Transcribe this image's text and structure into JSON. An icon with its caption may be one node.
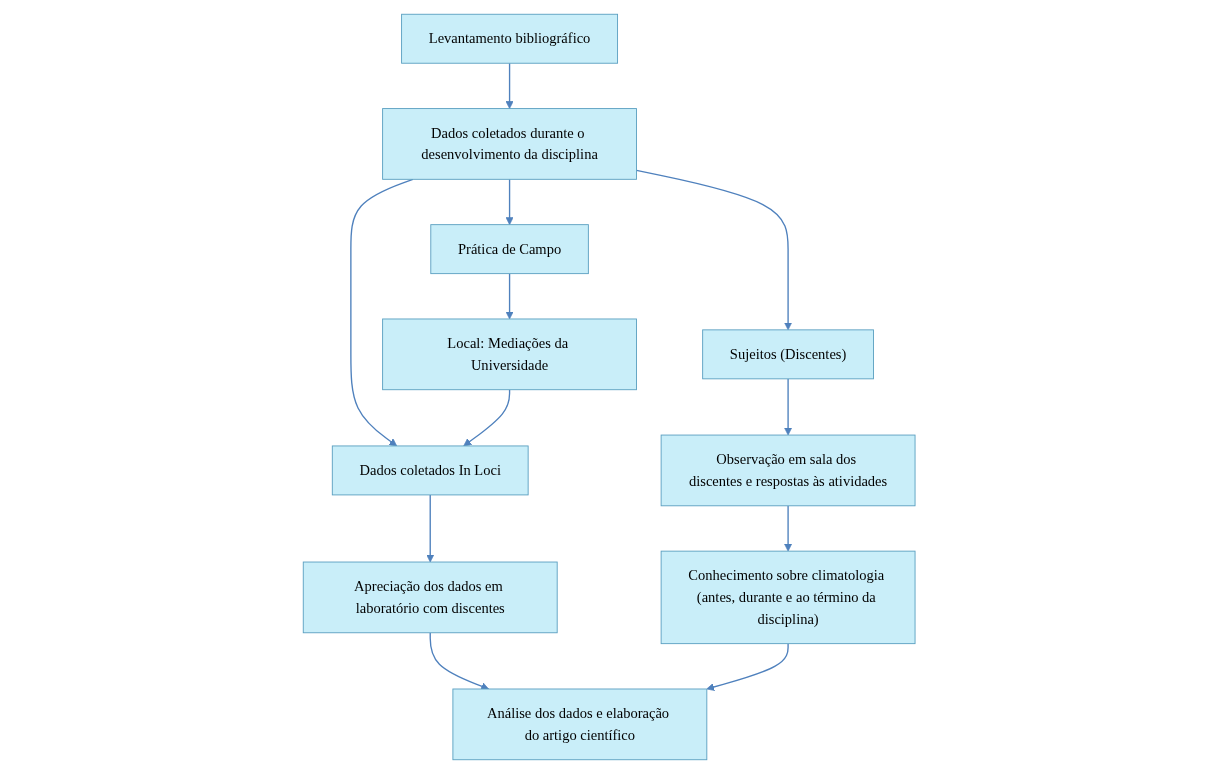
{
  "diagram": {
    "nodes": [
      {
        "text": [
          "Levantamento bibliográfico"
        ]
      },
      {
        "text": [
          "Dados coletados durante o desenvolvimento da disciplina"
        ]
      },
      {
        "text": [
          "Sujeitos (Discentes)"
        ]
      },
      {
        "text": [
          "Dados coletados In Loci"
        ]
      },
      {
        "text": [
          "Prática de Campo"
        ]
      },
      {
        "text": [
          "Observação em sala dos discentes e respostas às atividades"
        ]
      },
      {
        "text": [
          "Apreciação dos dados em laboratório com discentes"
        ]
      },
      {
        "text": [
          "Local: Mediações da Universidade"
        ]
      },
      {
        "text": [
          "Conhecimento sobre climatologia (antes, durante e ao término da disciplina)"
        ]
      },
      {
        "text": [
          "Análise dos dados e elaboração do artigo científico"
        ]
      }
    ],
    "edges": [
      {
        "from": 0,
        "to": 1,
        "arrow": "to"
      },
      {
        "from": 1,
        "to": 2,
        "arrow": "to"
      },
      {
        "from": 1,
        "to": 3,
        "arrow": "to"
      },
      {
        "from": 1,
        "to": 4,
        "arrow": "to"
      },
      {
        "from": 2,
        "to": 5,
        "arrow": "to"
      },
      {
        "from": 3,
        "to": 6,
        "arrow": "to"
      },
      {
        "from": 4,
        "to": 7,
        "arrow": "to"
      },
      {
        "from": 7,
        "to": 3,
        "arrow": "to"
      },
      {
        "from": 5,
        "to": 8,
        "arrow": "to"
      },
      {
        "from": 6,
        "to": 9,
        "arrow": "to"
      },
      {
        "from": 8,
        "to": 9,
        "arrow": "to"
      }
    ]
  }
}
